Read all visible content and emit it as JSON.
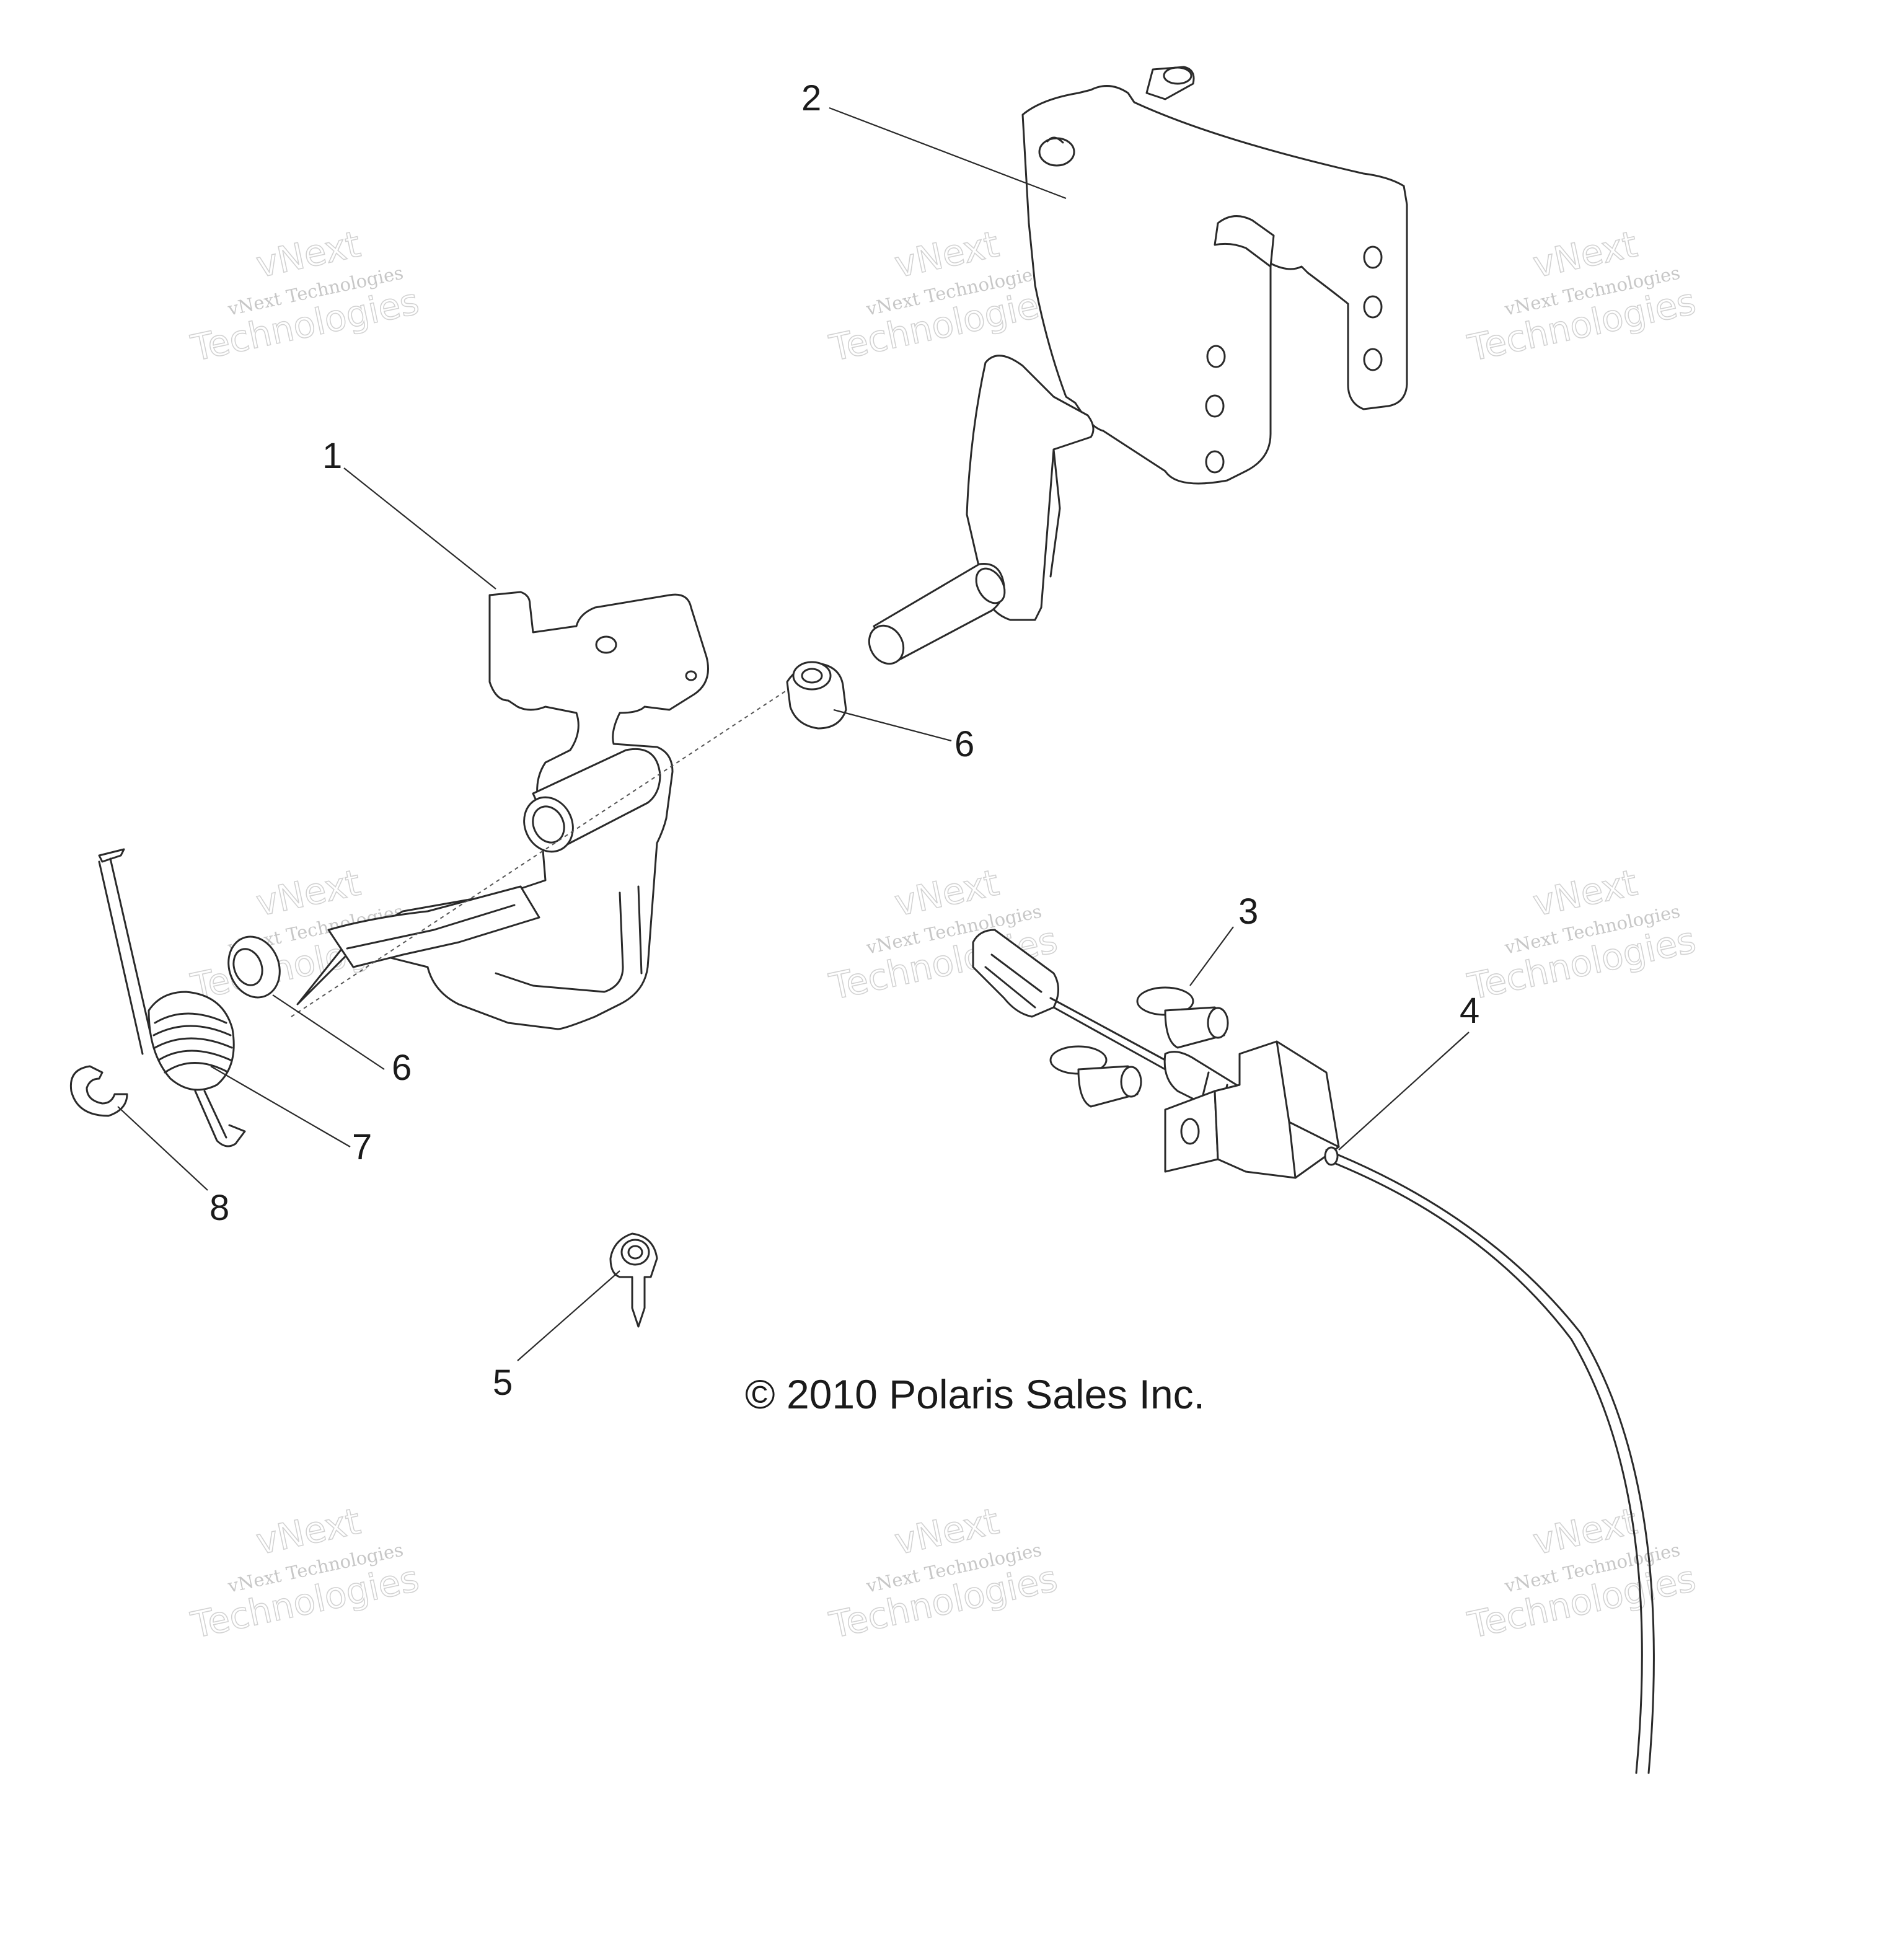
{
  "diagram": {
    "callouts": [
      {
        "label": "1"
      },
      {
        "label": "2"
      },
      {
        "label": "3"
      },
      {
        "label": "4"
      },
      {
        "label": "5"
      },
      {
        "label": "6"
      },
      {
        "label": "6"
      },
      {
        "label": "7"
      },
      {
        "label": "8"
      }
    ],
    "copyright": "© 2010 Polaris Sales Inc.",
    "watermark": {
      "line1": "vNext Technologies",
      "line2": "vNext",
      "line3": "Technologies"
    }
  }
}
